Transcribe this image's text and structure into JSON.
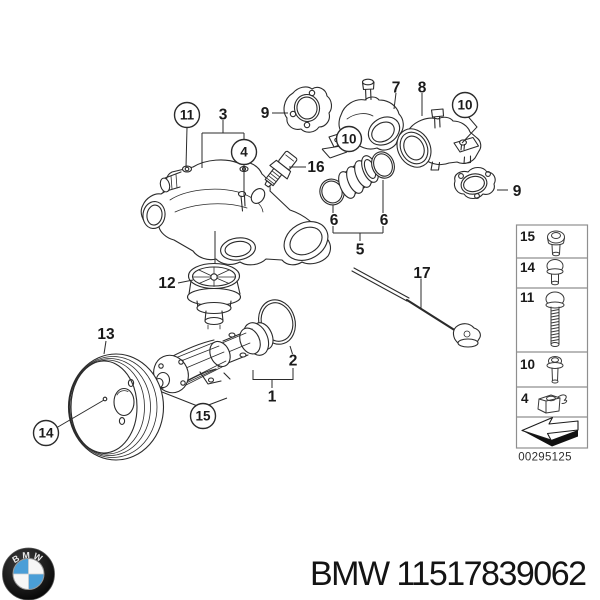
{
  "colors": {
    "line": "#2b2b2b",
    "table_border": "#8f8f8f",
    "logo_blue": "#4a9ed7",
    "logo_dark": "#161616",
    "text": "#141414"
  },
  "diagram": {
    "callouts": {
      "c11": "11",
      "c3": "3",
      "c9_left": "9",
      "c7": "7",
      "c8": "8",
      "c10_pipe": "10",
      "c10_flange": "10",
      "c4": "4",
      "c16": "16",
      "c9_right": "9",
      "c6_left": "6",
      "c6_right": "6",
      "c5": "5",
      "c17": "17",
      "c12": "12",
      "c13": "13",
      "c2": "2",
      "c1": "1",
      "c14": "14",
      "c15": "15"
    },
    "sidebar": {
      "rows": [
        {
          "num": "15",
          "icon": "hex-socket-bolt-icon"
        },
        {
          "num": "14",
          "icon": "dome-head-bolt-icon"
        },
        {
          "num": "11",
          "icon": "long-threaded-bolt-icon"
        },
        {
          "num": "10",
          "icon": "flange-bolt-icon"
        },
        {
          "num": "4",
          "icon": "clip-icon"
        }
      ],
      "arrow_icon": "direction-arrow",
      "code": "00295125"
    }
  },
  "footer": {
    "logo_icon": "bmw-roundel",
    "logo_letters": "BMW",
    "text": "BMW 11517839062"
  }
}
